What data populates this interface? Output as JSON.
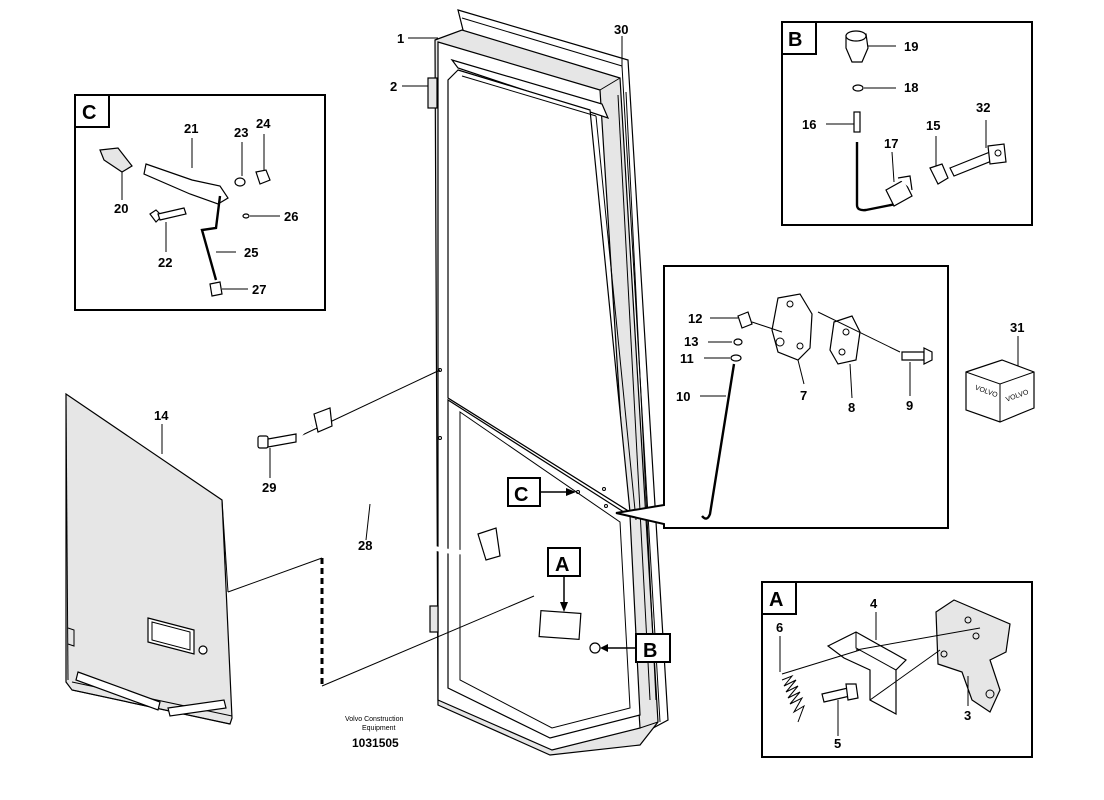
{
  "diagram": {
    "watermark_line1": "Volvo Construction",
    "watermark_line2": "Equipment",
    "document_number": "1031505"
  },
  "callouts": {
    "box_a": "A",
    "box_b": "B",
    "box_c": "C",
    "tag_a": "A",
    "tag_b": "B",
    "tag_c": "C"
  },
  "part_numbers": {
    "p1": "1",
    "p2": "2",
    "p3": "3",
    "p4": "4",
    "p5": "5",
    "p6": "6",
    "p7": "7",
    "p8": "8",
    "p9": "9",
    "p10": "10",
    "p11": "11",
    "p12": "12",
    "p13": "13",
    "p14": "14",
    "p15": "15",
    "p16": "16",
    "p17": "17",
    "p18": "18",
    "p19": "19",
    "p20": "20",
    "p21": "21",
    "p22": "22",
    "p23": "23",
    "p24": "24",
    "p25": "25",
    "p26": "26",
    "p27": "27",
    "p28": "28",
    "p29": "29",
    "p30": "30",
    "p31": "31",
    "p32": "32"
  },
  "box_31_text": "VOLVO"
}
